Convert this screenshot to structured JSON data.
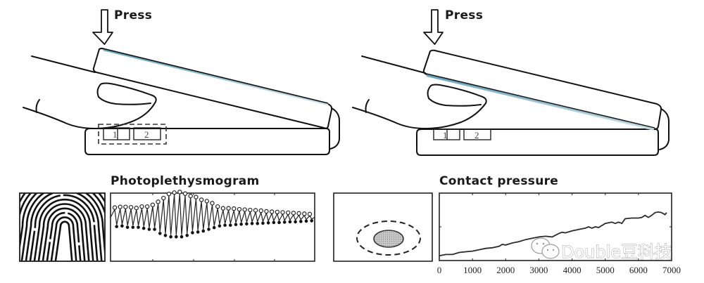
{
  "figure": {
    "panels": [
      {
        "id": "left",
        "press_label": "Press",
        "sensor_labels": [
          "1",
          "2"
        ],
        "sensor_group_outlined": true,
        "highlighted_edge": "top"
      },
      {
        "id": "right",
        "press_label": "Press",
        "sensor_labels": [
          "1",
          "2"
        ],
        "sensor_group_outlined": false,
        "highlighted_edge": "bottom"
      }
    ],
    "accent_color": "#7fb8cc",
    "watermark": {
      "text": "Double豆科技",
      "icon": "wechat-icon"
    }
  },
  "chart_data": [
    {
      "type": "image",
      "name": "fingerprint",
      "description": "fingerprint ridge pattern (loop)"
    },
    {
      "type": "line",
      "title": "Photoplethysmogram",
      "xlabel": "",
      "ylabel": "",
      "markers": {
        "peaks": "open-circle",
        "troughs": "filled-circle"
      },
      "peaks": [
        0.35,
        0.37,
        0.37,
        0.36,
        0.34,
        0.38,
        0.38,
        0.43,
        0.52,
        0.63,
        0.75,
        0.79,
        0.81,
        0.76,
        0.69,
        0.66,
        0.58,
        0.54,
        0.48,
        0.38,
        0.33,
        0.33,
        0.32,
        0.3,
        0.29,
        0.28,
        0.27,
        0.26,
        0.24,
        0.23,
        0.22,
        0.21,
        0.2,
        0.19,
        0.18,
        0.17,
        0.16
      ],
      "troughs": [
        -0.22,
        -0.2,
        -0.24,
        -0.24,
        -0.24,
        -0.27,
        -0.3,
        -0.3,
        -0.42,
        -0.48,
        -0.52,
        -0.52,
        -0.52,
        -0.48,
        -0.4,
        -0.38,
        -0.35,
        -0.3,
        -0.25,
        -0.2,
        -0.18,
        -0.18,
        -0.16,
        -0.15,
        -0.14,
        -0.13,
        -0.13,
        -0.12,
        -0.11,
        -0.1,
        -0.1,
        -0.09,
        -0.08,
        -0.08,
        -0.07,
        -0.06,
        -0.05
      ],
      "ylim": [
        -1,
        1
      ],
      "grid": false
    },
    {
      "type": "diagram",
      "name": "contact-area",
      "description": "filled inner ellipse (contact area) inside a dashed outer ellipse"
    },
    {
      "type": "line",
      "title": "Contact pressure",
      "xlabel": "",
      "ylabel": "",
      "x_ticks": [
        "0",
        "1000",
        "2000",
        "3000",
        "4000",
        "5000",
        "6000",
        "7000"
      ],
      "xlim": [
        0,
        7000
      ],
      "ylim": [
        0,
        1
      ],
      "x": [
        0,
        200,
        400,
        600,
        800,
        1000,
        1200,
        1400,
        1600,
        1800,
        1900,
        2000,
        2200,
        2400,
        2600,
        2800,
        3000,
        3200,
        3400,
        3600,
        3700,
        3800,
        4000,
        4200,
        4400,
        4500,
        4600,
        4700,
        4800,
        5000,
        5200,
        5300,
        5400,
        5500,
        5600,
        5800,
        6000,
        6100,
        6200,
        6300,
        6400,
        6500,
        6600,
        6700,
        6800,
        6850
      ],
      "y": [
        0.07,
        0.09,
        0.09,
        0.12,
        0.13,
        0.14,
        0.16,
        0.18,
        0.19,
        0.21,
        0.24,
        0.23,
        0.26,
        0.28,
        0.31,
        0.33,
        0.35,
        0.36,
        0.35,
        0.4,
        0.42,
        0.41,
        0.44,
        0.46,
        0.48,
        0.5,
        0.48,
        0.5,
        0.49,
        0.55,
        0.57,
        0.55,
        0.57,
        0.55,
        0.62,
        0.63,
        0.63,
        0.64,
        0.67,
        0.64,
        0.67,
        0.71,
        0.72,
        0.71,
        0.68,
        0.71
      ],
      "grid": false
    }
  ]
}
